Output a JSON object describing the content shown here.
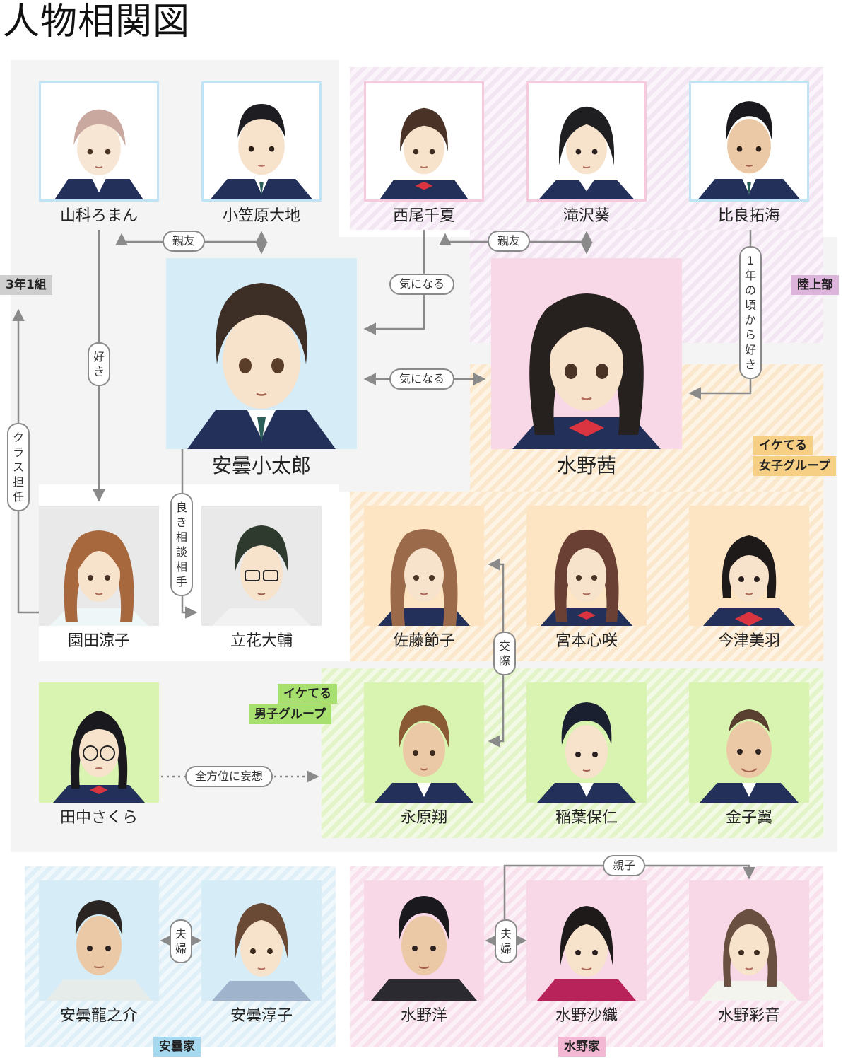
{
  "title": "人物相関図",
  "groups": {
    "class": "3年1組",
    "track": "陸上部",
    "cool_girls_1": "イケてる",
    "cool_girls_2": "女子グループ",
    "cool_boys_1": "イケてる",
    "cool_boys_2": "男子グループ",
    "azumi_family": "安曇家",
    "mizuno_family": "水野家"
  },
  "characters": {
    "roman": "山科ろまん",
    "daichi": "小笠原大地",
    "chinatsu": "西尾千夏",
    "aoi": "滝沢葵",
    "takumi": "比良拓海",
    "kotaro": "安曇小太郎",
    "akane": "水野茜",
    "ryoko": "園田涼子",
    "daisuke": "立花大輔",
    "setsuko": "佐藤節子",
    "koyuki": "宮本心咲",
    "miu": "今津美羽",
    "sakura": "田中さくら",
    "sho": "永原翔",
    "yasuhito": "稲葉保仁",
    "tsubasa": "金子翼",
    "ryunosuke": "安曇龍之介",
    "junko": "安曇淳子",
    "hiroshi": "水野洋",
    "saori": "水野沙織",
    "ayane": "水野彩音"
  },
  "relations": {
    "best_friend_1": "親友",
    "best_friend_2": "親友",
    "interested_1": "気になる",
    "interested_2": "気になる",
    "likes": "好き",
    "homeroom": "クラス担任",
    "confidant": "良き相談相手",
    "crush_since_first": "1年の頃から好き",
    "dating": "交際",
    "delusion": "全方位に妄想",
    "parent_child": "親子",
    "couple_1": "夫婦",
    "couple_2": "夫婦"
  },
  "colors": {
    "blue_frame": "#bfe4f6",
    "pink_frame": "#f6c9dc",
    "orange_bg": "#fde4c2",
    "green_bg": "#d8f4b0",
    "gray_bg": "#e9e9e9",
    "line": "#8a8a8a"
  }
}
